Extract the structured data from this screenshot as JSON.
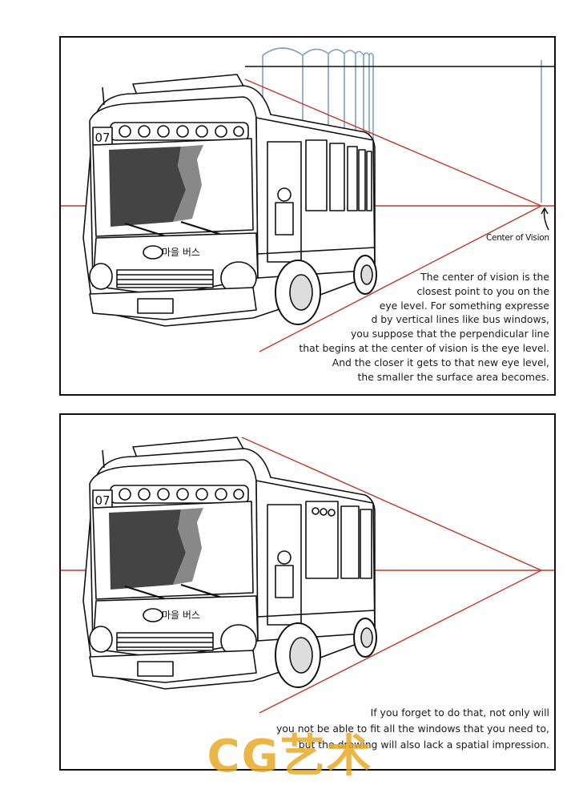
{
  "panels": [
    {
      "caption_lines": [
        "The center of vision is the",
        "closest point to you on the",
        "eye level. For something expresse",
        "d by vertical lines like bus windows,",
        "you suppose that the perpendicular line",
        "that begins at the center of vision is the eye level.",
        "And the closer it gets to that new eye level,",
        "the smaller the surface area becomes."
      ],
      "center_label": "Center of Vision"
    },
    {
      "caption_lines": [
        "If you forget to do that, not only will",
        "you not be able to fit all the windows that you need to,",
        "but the drawing will also lack a spatial impression."
      ]
    }
  ],
  "bus": {
    "route_number": "07",
    "sign_text": "마을 버스"
  },
  "watermark": "CG艺术",
  "colors": {
    "eye_level_line": "#c0392b",
    "vertical_guides": "#7f9fc9",
    "ink": "#111111"
  }
}
